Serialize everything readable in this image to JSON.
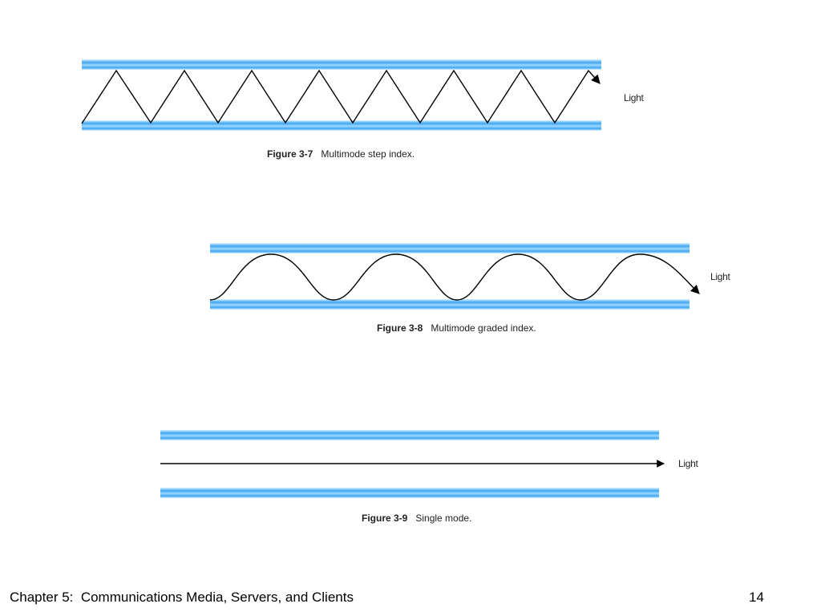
{
  "colors": {
    "cladding_light": "#9fd8ff",
    "cladding_dark": "#3ea6ef",
    "ray": "#000000"
  },
  "figures": [
    {
      "number": "Figure 3-7",
      "caption": "Multimode step index.",
      "light_label": "Light",
      "mode": "step-index"
    },
    {
      "number": "Figure 3-8",
      "caption": "Multimode graded index.",
      "light_label": "Light",
      "mode": "graded-index"
    },
    {
      "number": "Figure 3-9",
      "caption": "Single mode.",
      "light_label": "Light",
      "mode": "single-mode"
    }
  ],
  "footer": {
    "title": "Chapter 5:  Communications Media, Servers, and Clients",
    "page": "14"
  }
}
